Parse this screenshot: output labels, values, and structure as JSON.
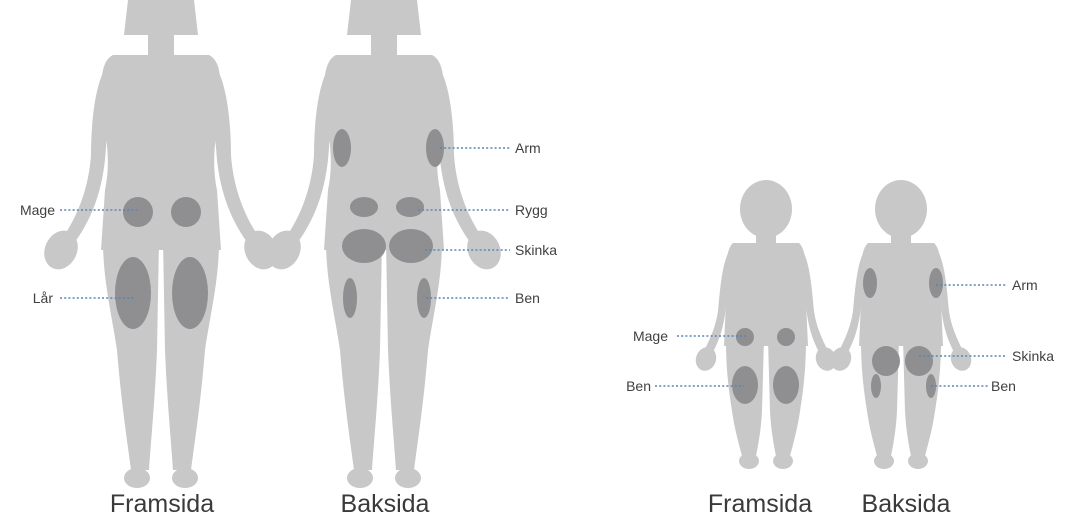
{
  "colors": {
    "body": "#c8c8c9",
    "zone": "#8f8f91",
    "leader": "#5a84b8",
    "text": "#404040"
  },
  "adult": {
    "front_caption": "Framsida",
    "back_caption": "Baksida",
    "labels": {
      "mage": "Mage",
      "lar": "Lår",
      "arm": "Arm",
      "rygg": "Rygg",
      "skinka": "Skinka",
      "ben": "Ben"
    }
  },
  "child": {
    "front_caption": "Framsida",
    "back_caption": "Baksida",
    "labels": {
      "mage": "Mage",
      "ben_front": "Ben",
      "arm": "Arm",
      "skinka": "Skinka",
      "ben_back": "Ben"
    }
  }
}
